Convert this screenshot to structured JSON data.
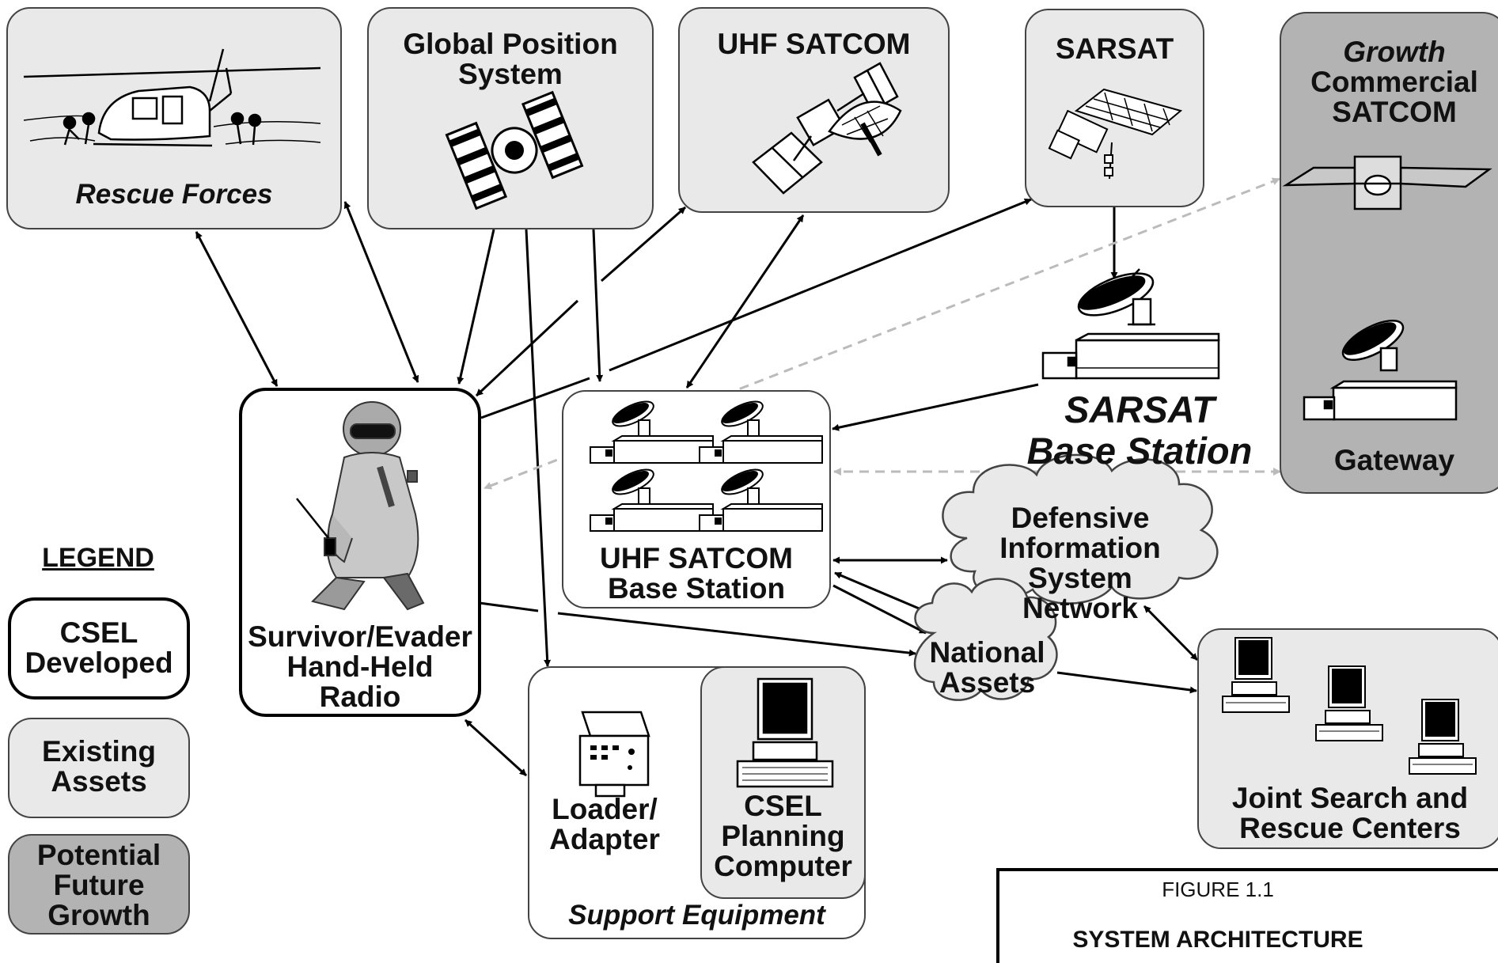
{
  "nodes": {
    "rescue_forces": "Rescue Forces",
    "gps": "Global Position\nSystem",
    "uhf_satcom": "UHF SATCOM",
    "sarsat": "SARSAT",
    "growth_italic": "Growth",
    "growth_rest": "Commercial\nSATCOM",
    "gateway": "Gateway",
    "sarsat_base": "SARSAT\nBase Station",
    "uhf_base": "UHF SATCOM\nBase Station",
    "disn": "Defensive\nInformation System\nNetwork",
    "national_assets": "National\nAssets",
    "radio": "Survivor/Evader\nHand-Held\nRadio",
    "loader": "Loader/\nAdapter",
    "planning": "CSEL\nPlanning\nComputer",
    "support": "Support Equipment",
    "jsrc": "Joint Search and\nRescue Centers"
  },
  "legend": {
    "title": "LEGEND",
    "csel": "CSEL\nDeveloped",
    "existing": "Existing\nAssets",
    "future": "Potential\nFuture\nGrowth"
  },
  "figure": {
    "number": "FIGURE 1.1",
    "title": "SYSTEM ARCHITECTURE"
  },
  "colors": {
    "existing_fill": "#e9e9e9",
    "future_fill": "#b3b3b3",
    "csel_fill": "#ffffff",
    "dashed_arrow": "#bbbbbb"
  }
}
